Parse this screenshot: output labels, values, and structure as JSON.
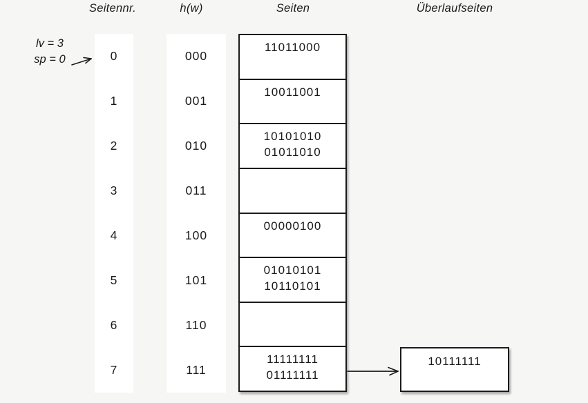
{
  "page": {
    "background_color": "#f6f6f5",
    "ink_color": "#1b1b1b"
  },
  "headers": {
    "page_number": "Seitennr.",
    "hash_function": "h(w)",
    "pages": "Seiten",
    "overflow_pages": "Überlaufseiten"
  },
  "annotation": {
    "line1": "lv = 3",
    "line2": "sp = 0",
    "points_to_row": "0"
  },
  "table": {
    "rows": [
      {
        "page_no": "0",
        "hash": "000",
        "entries": [
          "11011000",
          ""
        ]
      },
      {
        "page_no": "1",
        "hash": "001",
        "entries": [
          "10011001",
          ""
        ]
      },
      {
        "page_no": "2",
        "hash": "010",
        "entries": [
          "10101010",
          "01011010"
        ]
      },
      {
        "page_no": "3",
        "hash": "011",
        "entries": [
          "",
          ""
        ]
      },
      {
        "page_no": "4",
        "hash": "100",
        "entries": [
          "00000100",
          ""
        ]
      },
      {
        "page_no": "5",
        "hash": "101",
        "entries": [
          "01010101",
          "10110101"
        ]
      },
      {
        "page_no": "6",
        "hash": "110",
        "entries": [
          "",
          ""
        ]
      },
      {
        "page_no": "7",
        "hash": "111",
        "entries": [
          "11111111",
          "01111111"
        ]
      }
    ]
  },
  "overflow": {
    "linked_page_no": "7",
    "entries": [
      "10111111"
    ]
  }
}
